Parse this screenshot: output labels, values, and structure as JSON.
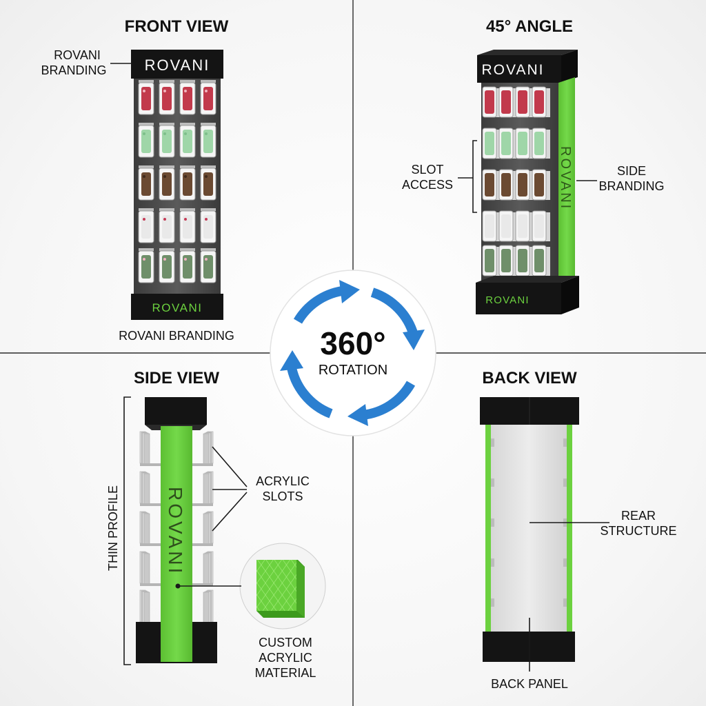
{
  "views": {
    "front": {
      "title": "FRONT VIEW",
      "label_branding_line1": "ROVANI",
      "label_branding_line2": "BRANDING",
      "label_bottom": "ROVANI BRANDING"
    },
    "angle": {
      "title": "45° ANGLE",
      "label_slot_line1": "SLOT",
      "label_slot_line2": "ACCESS",
      "label_side_line1": "SIDE",
      "label_side_line2": "BRANDING"
    },
    "side": {
      "title": "SIDE VIEW",
      "label_profile": "THIN PROFILE",
      "label_slots_line1": "ACRYLIC",
      "label_slots_line2": "SLOTS",
      "label_material_line1": "CUSTOM",
      "label_material_line2": "ACRYLIC",
      "label_material_line3": "MATERIAL"
    },
    "back": {
      "title": "BACK VIEW",
      "label_rear_line1": "REAR",
      "label_rear_line2": "STRUCTURE",
      "label_panel": "BACK PANEL"
    }
  },
  "rotation": {
    "value": "360°",
    "label": "ROTATION"
  },
  "brand": {
    "name": "ROVANI"
  },
  "colors": {
    "accent_green": "#6cd13f",
    "header_black": "#141414",
    "panel_gray": "#4a4a4a",
    "back_panel": "#e3e3e3",
    "arrow_blue": "#2b7fd0"
  }
}
